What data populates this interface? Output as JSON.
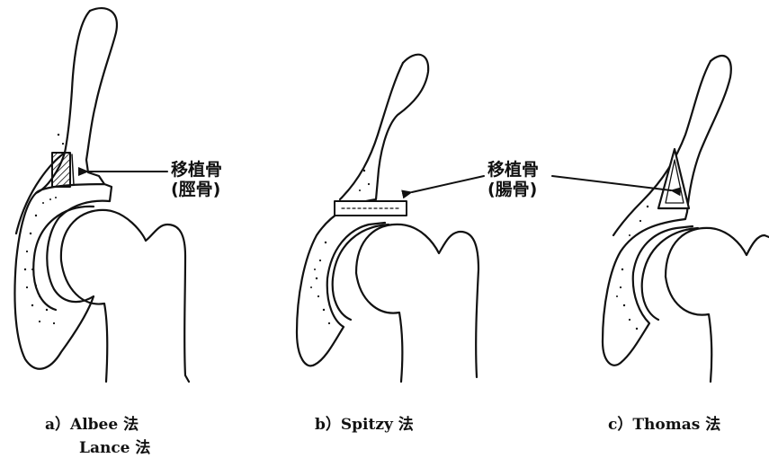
{
  "panels": [
    {
      "id": "a",
      "caption": "a）Albee 法",
      "caption_line2": "Lance 法",
      "annotation_line1": "移植骨",
      "annotation_line2": "(脛骨)"
    },
    {
      "id": "b",
      "caption": "b）Spitzy 法",
      "annotation_line1": "移植骨",
      "annotation_line2": "(腸骨)"
    },
    {
      "id": "c",
      "caption": "c）Thomas 法"
    }
  ],
  "colors": {
    "line": "#111111",
    "background": "#ffffff"
  }
}
